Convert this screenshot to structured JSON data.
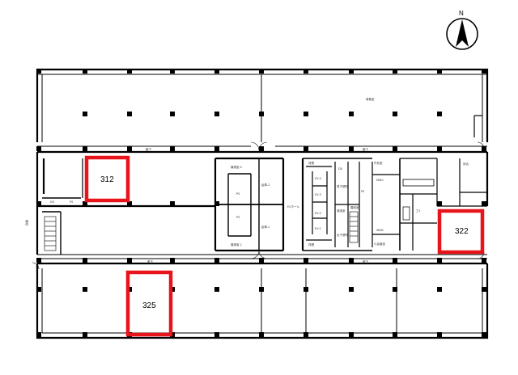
{
  "compass": {
    "label": "N",
    "icon": "north-arrow-icon"
  },
  "highlight_color": "#e8141c",
  "rooms": [
    {
      "id": "312"
    },
    {
      "id": "322"
    },
    {
      "id": "325"
    }
  ],
  "labels": {
    "office_top": "事務室",
    "corridor": "廊下",
    "ev_hall": "EVホール",
    "machine_room_a": "機械室-2",
    "machine_room_b": "機械室-1",
    "storage_a": "倉庫-2",
    "storage_b": "倉庫-1",
    "ps": "PS",
    "ds": "DS",
    "ev1": "EV-1",
    "ev2": "EV-2",
    "ev3": "EV-3",
    "ev4": "EV-4",
    "wc_m": "男子便所",
    "wc_f": "女子便所",
    "tea": "湯沸室",
    "stair": "階段室",
    "mwc": "MWC",
    "wwc": "WWC",
    "stairs_left": "階段",
    "smoke": "排煙",
    "shaft": "外気室",
    "small_hall": "小会議室",
    "gomi": "ゴミ",
    "waiting": "待合"
  }
}
